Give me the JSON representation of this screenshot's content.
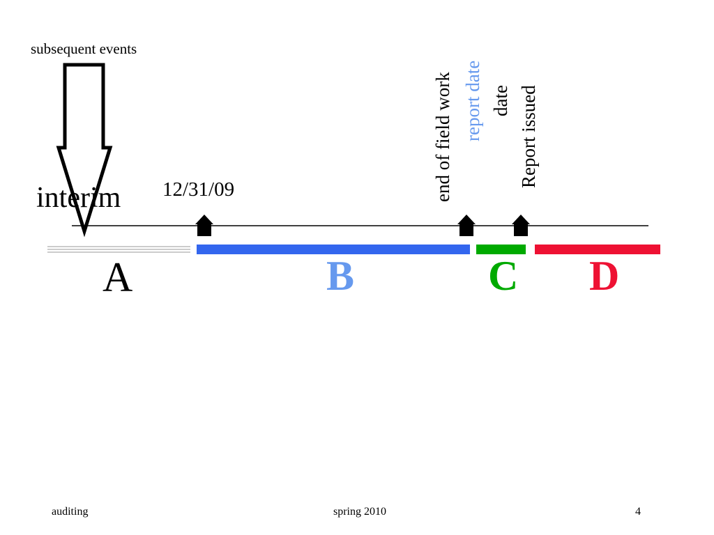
{
  "slide": {
    "subsequent_events": "subsequent events",
    "interim": "interim",
    "date_label": "12/31/09",
    "milestones": {
      "end_of_field_work": "end of field work",
      "report_date": "report date",
      "date": "date",
      "report_issued": "Report issued"
    },
    "segments": {
      "a": "A",
      "b": "B",
      "c": "C",
      "d": "D"
    }
  },
  "footer": {
    "left": "auditing",
    "center": "spring 2010",
    "right": "4"
  },
  "colors": {
    "segment_a": "#cccccc",
    "segment_b": "#3366ee",
    "segment_c": "#00aa00",
    "segment_d": "#ee1133",
    "report_date_text": "#6699ee"
  }
}
